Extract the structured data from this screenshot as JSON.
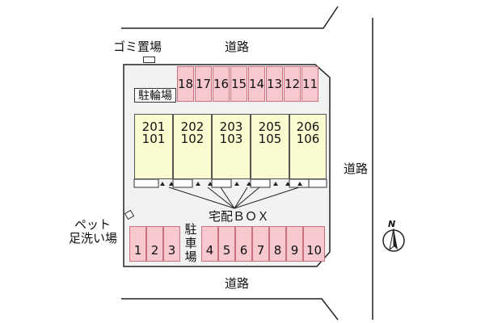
{
  "map": {
    "garbage_label": "ゴミ置場",
    "road_top": "道路",
    "road_right": "道路",
    "road_bottom": "道路",
    "bicycle_parking_label": "駐輪場",
    "parking_label": "駐車場",
    "delivery_box_label": "宅配ＢＯＸ",
    "pet_wash_line1": "ペット",
    "pet_wash_line2": "足洗い場",
    "north_label": "N",
    "upper_parking_numbers": [
      "18",
      "17",
      "16",
      "15",
      "14",
      "13",
      "12",
      "11"
    ],
    "lower_parking_left_numbers": [
      "1",
      "2",
      "3"
    ],
    "lower_parking_right_numbers": [
      "4",
      "5",
      "6",
      "7",
      "8",
      "9",
      "10"
    ],
    "units": [
      {
        "upper": "201",
        "lower": "101"
      },
      {
        "upper": "202",
        "lower": "102"
      },
      {
        "upper": "203",
        "lower": "103"
      },
      {
        "upper": "205",
        "lower": "105"
      },
      {
        "upper": "206",
        "lower": "106"
      }
    ],
    "colors": {
      "parking_fill": "#f7c9cf",
      "parking_stroke": "#c9717d",
      "building_fill": "#fbfbd0",
      "lot_fill": "#f2f2f2"
    }
  }
}
